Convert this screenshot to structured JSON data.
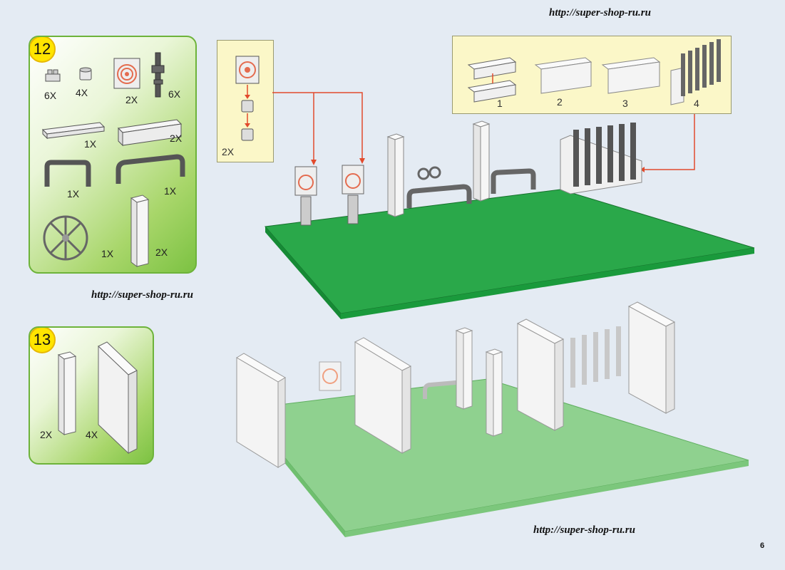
{
  "watermarks": {
    "top": "http://super-shop-ru.ru",
    "middle": "http://super-shop-ru.ru",
    "bottom": "http://super-shop-ru.ru"
  },
  "page_number": "6",
  "step12": {
    "number": "12",
    "quantities": {
      "stud_plate": "6X",
      "round_stud": "4X",
      "target_panel": "2X",
      "rifle": "6X",
      "plate_1x6": "1X",
      "brick_1x6": "2X",
      "bar_handle": "1X",
      "long_handle": "1X",
      "weapon_wheel": "1X",
      "pillar": "2X"
    }
  },
  "step13": {
    "number": "13",
    "quantities": {
      "pillar": "2X",
      "wall_panel": "4X"
    }
  },
  "target_callout": {
    "quantity": "2X"
  },
  "rack_callout": {
    "steps": [
      "1",
      "2",
      "3",
      "4"
    ]
  },
  "colors": {
    "baseplate_green": "#1f9a3d",
    "faded_green": "#8fd18f",
    "panel_green": "#7cc242",
    "step_badge": "#ffe500",
    "arrow_red": "#e24a2c"
  }
}
